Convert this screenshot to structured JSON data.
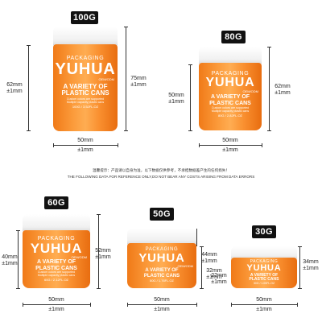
{
  "notice_cn": "温馨提示：产品请以自身为准，以下数据仅供参考，不承担数据差产生的任何损失！",
  "notice_en": "THE FOLLOWING DATA FOR REFERENCE ONLY,DO NOT BEAR ANY COSTS ARISING FROM DATA ERRORS",
  "jar_label": {
    "packaging": "PACKAGING",
    "brand": "YUHUA",
    "oem": "OEM/ODM",
    "headline_1": "A VARIETY OF",
    "headline_2": "PLASTIC CANS",
    "note_1": "Custom colors are supported",
    "note_2": "Multiple capacity plastic cans"
  },
  "tolerance": "±1mm",
  "jars": [
    {
      "size": "100G",
      "capacity": "100G / 3.52FL.OZ",
      "width": "50mm",
      "height_body": "62mm",
      "height_total": "75mm"
    },
    {
      "size": "80G",
      "capacity": "80G / 2.82FL.OZ",
      "width": "50mm",
      "height_body": "50mm",
      "height_total": "62mm"
    },
    {
      "size": "60G",
      "capacity": "60G / 2.12FL.OZ",
      "width": "50mm",
      "height_body": "40mm",
      "height_total": "52mm"
    },
    {
      "size": "50G",
      "capacity": "50G / 1.76FL.OZ",
      "width": "50mm",
      "height_body": "32mm",
      "height_total": "44mm"
    },
    {
      "size": "30G",
      "capacity": "30G / 1.05FL.OZ",
      "width": "50mm",
      "height_body": "22mm",
      "height_total": "34mm"
    }
  ]
}
